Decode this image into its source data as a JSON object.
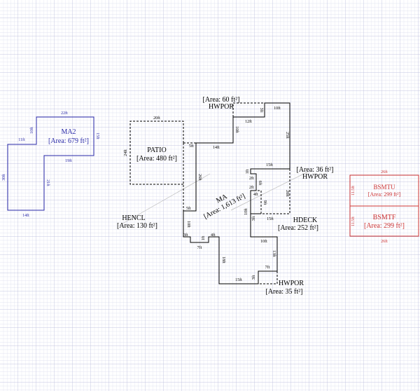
{
  "colors": {
    "main": "#000000",
    "ma2": "#2a2aa8",
    "basement": "#cc3333",
    "grid": "#c9cbe3"
  },
  "ma2": {
    "name": "MA2",
    "area": "[Area: 679 ft²]",
    "dims": [
      "22ft",
      "15ft",
      "19ft",
      "21ft",
      "14ft",
      "30ft",
      "11ft",
      "10ft"
    ]
  },
  "patio": {
    "name": "PATIO",
    "area": "[Area: 480 ft²]",
    "dims": [
      "20ft",
      "24ft"
    ]
  },
  "hwpor_top": {
    "name": "HWPOR",
    "area": "[Area: 60 ft²]",
    "dims": [
      "3ft",
      "12ft"
    ]
  },
  "ma": {
    "name": "MA",
    "area": "[Area: 1,613 ft²]",
    "dims": [
      "5ft",
      "14ft",
      "10ft",
      "10ft",
      "25ft",
      "15ft",
      "1ft",
      "2ft",
      "6ft",
      "2ft",
      "4ft",
      "9ft",
      "10ft",
      "26ft",
      "5ft",
      "10ft",
      "3ft",
      "1ft",
      "7ft",
      "4ft",
      "18ft",
      "15ft",
      "3ft",
      "7ft",
      "13ft",
      "10ft"
    ]
  },
  "hencl": {
    "name": "HENCL",
    "area": "[Area: 130 ft²]"
  },
  "hwpor_right": {
    "name": "HWPOR",
    "area": "[Area: 36 ft²]"
  },
  "hdeck": {
    "name": "HDECK",
    "area": "[Area: 252 ft²]",
    "dims": [
      "15ft",
      "3ft",
      "20ft"
    ]
  },
  "hwpor_bottom": {
    "name": "HWPOR",
    "area": "[Area: 35 ft²]"
  },
  "bsmtu": {
    "name": "BSMTU",
    "area": "[Area: 299 ft²]",
    "dims": [
      "26ft",
      "11.5ft"
    ]
  },
  "bsmtf": {
    "name": "BSMTF",
    "area": "[Area: 299 ft²]",
    "dims": [
      "26ft",
      "11.5ft"
    ]
  }
}
